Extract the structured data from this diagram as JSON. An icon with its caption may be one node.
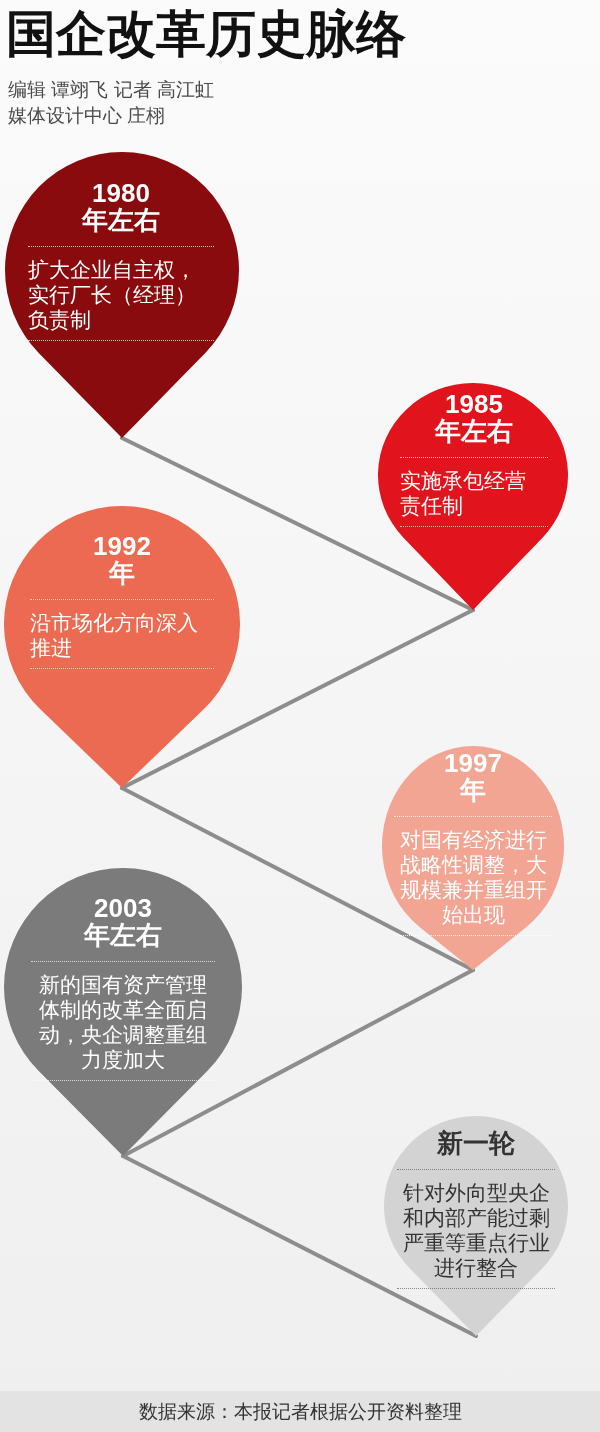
{
  "diagram": {
    "title": "国企改革历史脉络",
    "nodes": [
      {
        "text": [
          "1980年左右",
          "扩大企业自主权，实行厂长（经理）负责制"
        ]
      },
      {
        "text": [
          "1985年左右",
          "实施承包经营责任制"
        ]
      },
      {
        "text": [
          "1992年",
          "沿市场化方向深入推进"
        ]
      },
      {
        "text": [
          "1997年",
          "对国有经济进行战略性调整，大规模兼并重组开始出现"
        ]
      },
      {
        "text": [
          "2003年左右",
          "新的国有资产管理体制的改革全面启动，央企调整重组力度加大"
        ]
      },
      {
        "text": [
          "新一轮",
          "针对外向型央企和内部产能过剩严重等重点行业进行整合"
        ]
      }
    ],
    "edges": [
      {
        "from": 0,
        "to": 1,
        "arrow": "none"
      },
      {
        "from": 1,
        "to": 2,
        "arrow": "none"
      },
      {
        "from": 2,
        "to": 3,
        "arrow": "none"
      },
      {
        "from": 3,
        "to": 4,
        "arrow": "none"
      },
      {
        "from": 4,
        "to": 5,
        "arrow": "none"
      }
    ],
    "labels": [
      "编辑 谭翊飞 记者 高江虹",
      "媒体设计中心 庄栩"
    ],
    "caption": "数据来源：本报记者根据公开资料整理"
  }
}
